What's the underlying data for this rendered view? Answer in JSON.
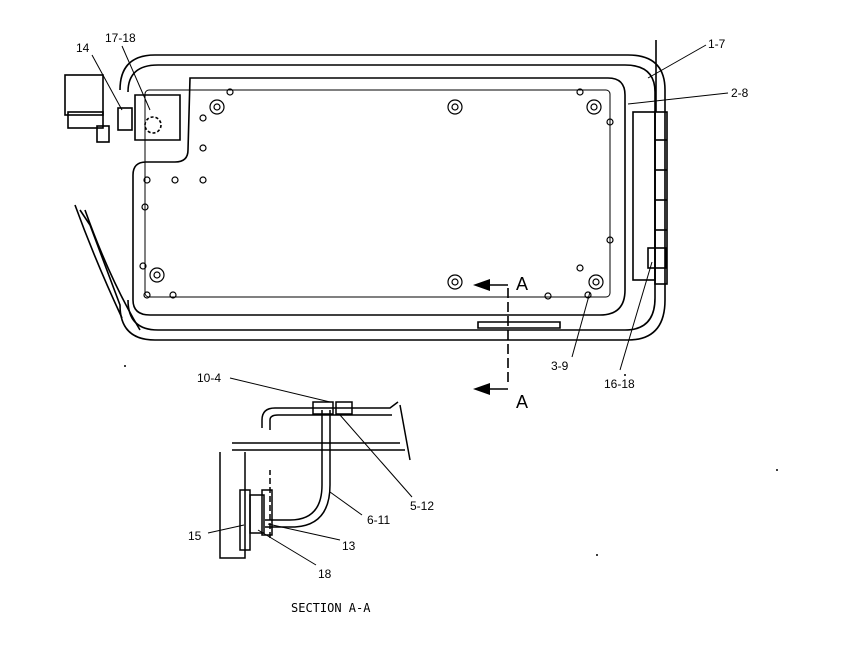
{
  "callouts": {
    "c14": "14",
    "c17_18": "17-18",
    "c1_7": "1-7",
    "c2_8": "2-8",
    "c3_9": "3-9",
    "c16_18": "16-18",
    "c10_4": "10-4",
    "c5_12": "5-12",
    "c6_11": "6-11",
    "c15": "15",
    "c13": "13",
    "c18": "18"
  },
  "section_marks": {
    "top": "A",
    "bottom": "A"
  },
  "section_caption": "SECTION A-A",
  "colors": {
    "line": "#000000",
    "background": "#ffffff"
  }
}
